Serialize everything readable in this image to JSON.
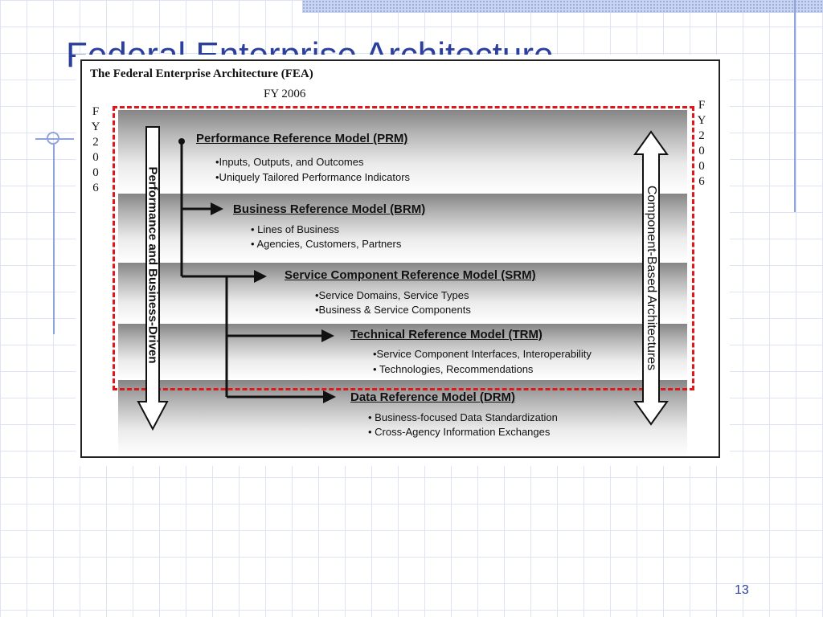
{
  "slide": {
    "title": "Federal Enterprise Architecture",
    "page_number": "13"
  },
  "figure": {
    "title": "The Federal Enterprise Architecture (FEA)",
    "subtitle": "FY 2006",
    "fy_left_chars": [
      "F",
      "Y",
      "2",
      "0",
      "0",
      "6"
    ],
    "fy_right_chars": [
      "F",
      "Y",
      "2",
      "0",
      "0",
      "6"
    ],
    "left_arrow_label": "Performance and Business-Driven",
    "right_arrow_label": "Component-Based Architectures",
    "models": [
      {
        "title": "Performance Reference Model (PRM)",
        "bullets": [
          "•Inputs, Outputs, and Outcomes",
          "•Uniquely Tailored Performance Indicators"
        ]
      },
      {
        "title": "Business Reference Model (BRM)",
        "bullets": [
          "• Lines of Business",
          "• Agencies, Customers, Partners"
        ]
      },
      {
        "title": "Service Component Reference Model (SRM)",
        "bullets": [
          "•Service Domains, Service Types",
          "•Business & Service Components"
        ]
      },
      {
        "title": "Technical Reference Model (TRM)",
        "bullets": [
          "•Service Component Interfaces, Interoperability",
          "• Technologies, Recommendations"
        ]
      },
      {
        "title": "Data Reference Model (DRM)",
        "bullets": [
          "• Business-focused Data Standardization",
          "• Cross-Agency Information Exchanges"
        ]
      }
    ],
    "colors": {
      "dashed_frame": "#e0161b",
      "slide_title": "#2b3f9e",
      "connector": "#111111"
    }
  }
}
